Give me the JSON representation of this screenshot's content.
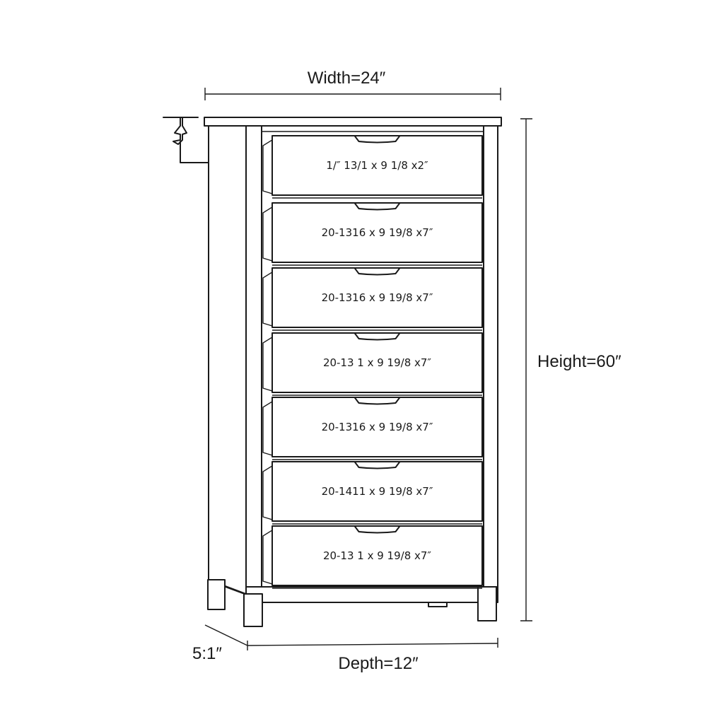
{
  "dimensions": {
    "width_label": "Width=24″",
    "height_label": "Height=60″",
    "depth_label": "Depth=12″",
    "leg_label": "5:1″"
  },
  "drawers": [
    {
      "label": "1/″ 13/1 x 9 1/8 x2″"
    },
    {
      "label": "20-1316 x 9 19/8 x7″"
    },
    {
      "label": "20-1316 x 9 19/8 x7″"
    },
    {
      "label": "20-13 1 x 9 19/8 x7″"
    },
    {
      "label": "20-1316 x 9 19/8 x7″"
    },
    {
      "label": "20-1411 x 9 19/8 x7″"
    },
    {
      "label": "20-13 1 x 9 19/8 x7″"
    }
  ]
}
